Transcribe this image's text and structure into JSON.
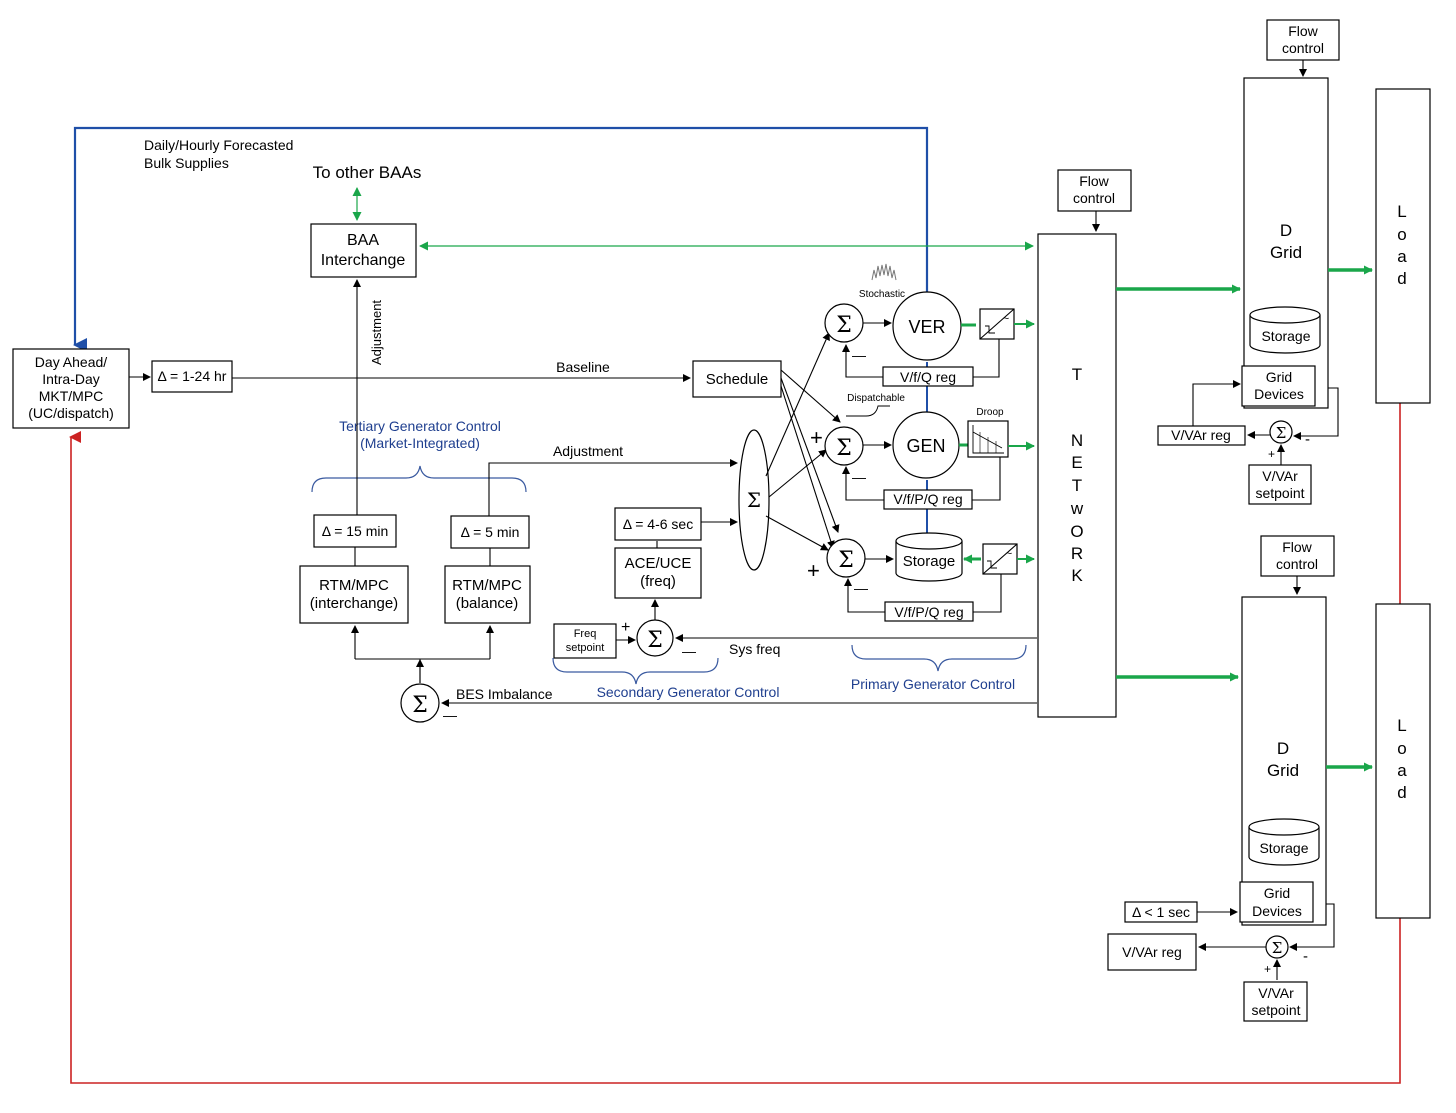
{
  "labels": {
    "forecast_line1": "Daily/Hourly Forecasted",
    "forecast_line2": "Bulk Supplies",
    "to_other_baas": "To other BAAs",
    "baa_line1": "BAA",
    "baa_line2": "Interchange",
    "adjustment_vertical": "Adjustment",
    "day_ahead_line1": "Day Ahead/",
    "day_ahead_line2": "Intra-Day",
    "day_ahead_line3": "MKT/MPC",
    "day_ahead_line4": "(UC/dispatch)",
    "delta_1_24": "Δ = 1-24 hr",
    "baseline": "Baseline",
    "schedule": "Schedule",
    "tertiary_line1": "Tertiary Generator Control",
    "tertiary_line2": "(Market-Integrated)",
    "adjustment": "Adjustment",
    "delta_15": "Δ = 15 min",
    "delta_5": "Δ = 5 min",
    "rtm1_line1": "RTM/MPC",
    "rtm1_line2": "(interchange)",
    "rtm2_line1": "RTM/MPC",
    "rtm2_line2": "(balance)",
    "delta_4_6": "Δ = 4-6 sec",
    "ace_line1": "ACE/UCE",
    "ace_line2": "(freq)",
    "freq_setpoint_line1": "Freq",
    "freq_setpoint_line2": "setpoint",
    "sys_freq": "Sys freq",
    "bes_imbalance": "BES Imbalance",
    "secondary": "Secondary Generator Control",
    "primary": "Primary Generator Control",
    "stochastic": "Stochastic",
    "ver": "VER",
    "vfq_reg": "V/f/Q reg",
    "dispatchable": "Dispatchable",
    "gen": "GEN",
    "droop": "Droop",
    "vfpq_reg_1": "V/f/P/Q reg",
    "storage_main": "Storage",
    "vfpq_reg_2": "V/f/P/Q reg",
    "flow_control": "Flow control",
    "t_network_letters": [
      "T",
      "N",
      "E",
      "T",
      "w",
      "O",
      "R",
      "K"
    ],
    "d_grid_line1": "D",
    "d_grid_line2": "Grid",
    "storage": "Storage",
    "grid_devices_line1": "Grid",
    "grid_devices_line2": "Devices",
    "vvar_reg": "V/VAr reg",
    "vvar_setpoint_line1": "V/VAr",
    "vvar_setpoint_line2": "setpoint",
    "delta_lt_1": "Δ < 1 sec",
    "load_letters": [
      "L",
      "o",
      "a",
      "d"
    ],
    "sigma": "Σ",
    "plus": "+",
    "minus": "—",
    "minus_short": "-"
  },
  "colors": {
    "blue_line": "#1f4fa8",
    "red_line": "#cc2222",
    "green_line": "#1aa64a",
    "blue_text": "#1f3f8f"
  }
}
